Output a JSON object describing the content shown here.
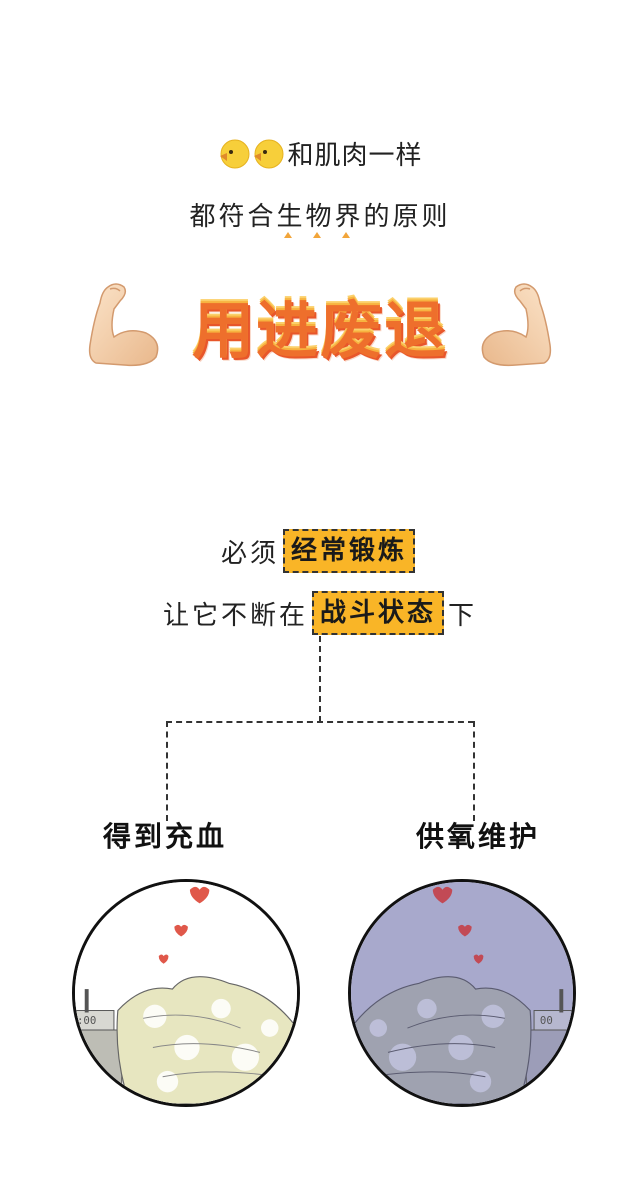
{
  "intro": {
    "line1_emoji": [
      "baby-chick",
      "baby-chick"
    ],
    "line1_text": "和肌肉一样",
    "line2_text": "都符合生物界的原则",
    "emphasis_dots_under": [
      "生",
      "物",
      "界"
    ]
  },
  "banner": {
    "left_icon": "flexed-biceps",
    "slogan": "用进废退",
    "right_icon": "flexed-biceps",
    "slogan_color": "#ee6f2c"
  },
  "statement": {
    "line1_prefix": "必须",
    "line1_highlight": "经常锻炼",
    "line2_prefix": "让它不断在",
    "line2_highlight": "战斗状态",
    "line2_suffix": "下",
    "highlight_color": "#f9b527"
  },
  "branches": {
    "left_label": "得到充血",
    "right_label": "供氧维护"
  },
  "illustrations": {
    "left": {
      "description": "person sleeping under floral blanket with hearts, warm tone",
      "clock_text": ":00",
      "tint": "#ffffff"
    },
    "right": {
      "description": "same scene mirrored, cool purple tone",
      "clock_text": "00",
      "tint": "#a8a9cc"
    },
    "heart_color": "#e0584a"
  }
}
